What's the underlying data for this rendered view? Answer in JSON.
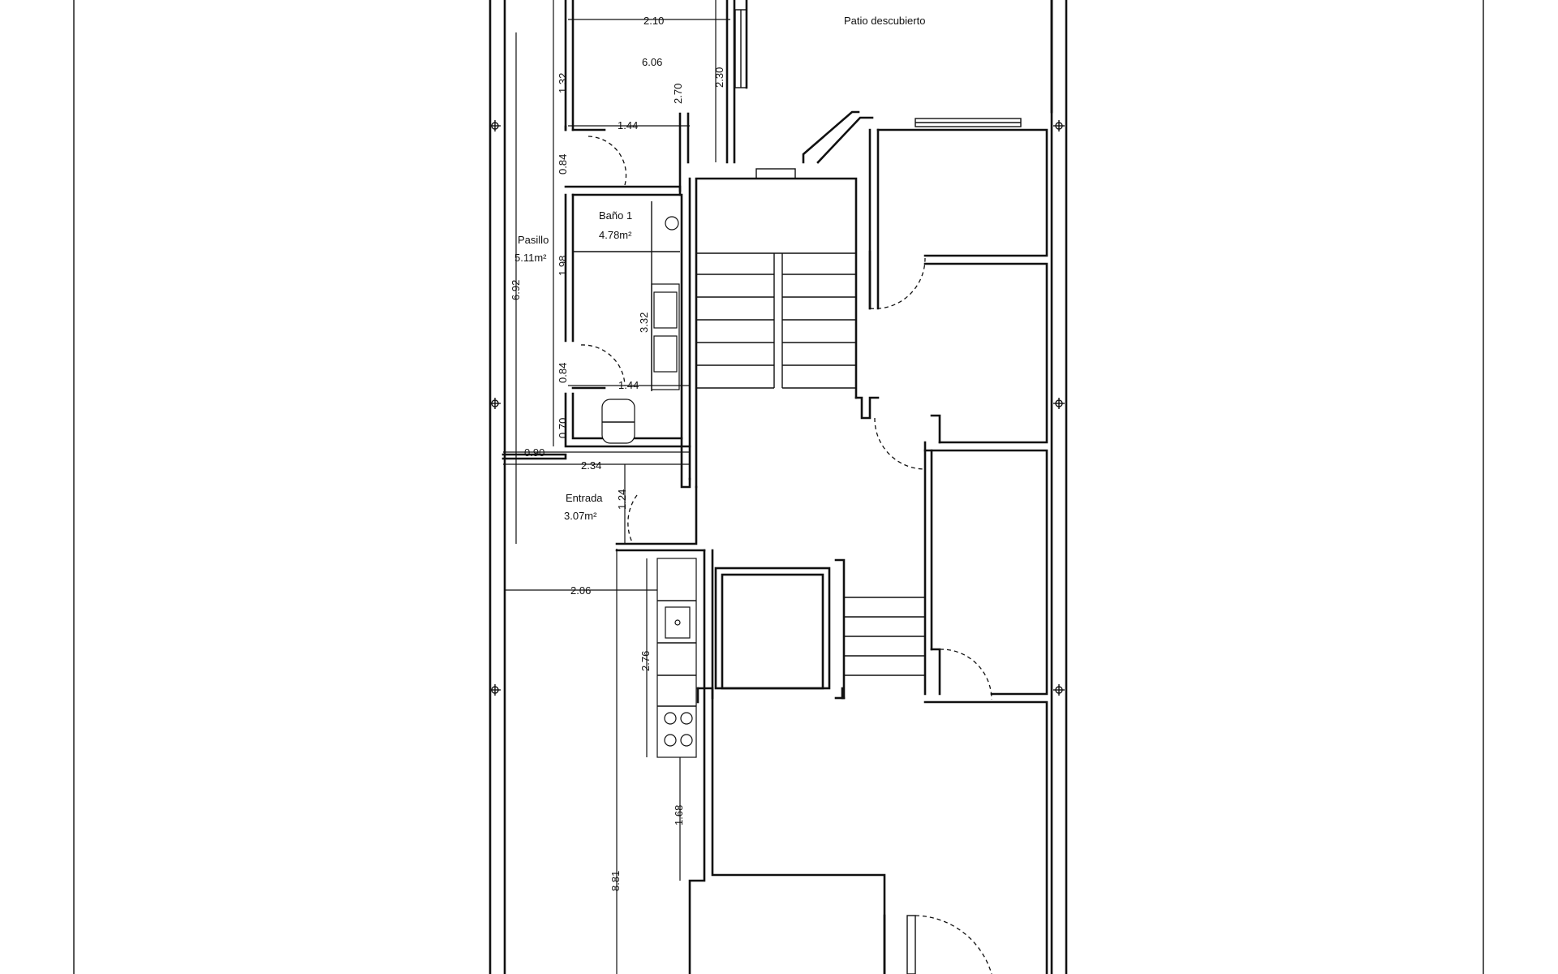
{
  "rooms": {
    "patio": "Patio descubierto",
    "bano_name": "Baño 1",
    "bano_area": "4.78m²",
    "pasillo_name": "Pasillo",
    "pasillo_area": "5.11m²",
    "entrada_name": "Entrada",
    "entrada_area": "3.07m²"
  },
  "dimensions": {
    "d_2_10": "2.10",
    "d_6_06": "6.06",
    "d_1_32": "1.32",
    "d_2_70": "2.70",
    "d_2_30": "2.30",
    "d_1_44_top": "1.44",
    "d_0_84_top": "0.84",
    "d_1_98": "1.98",
    "d_6_92": "6.92",
    "d_3_32": "3.32",
    "d_0_84_low": "0.84",
    "d_1_44_low": "1.44",
    "d_0_70": "0.70",
    "d_0_90": "0.90",
    "d_2_34": "2.34",
    "d_1_24": "1.24",
    "d_2_06": "2.06",
    "d_2_76": "2.76",
    "d_1_68": "1.68",
    "d_8_81": "8.81"
  }
}
